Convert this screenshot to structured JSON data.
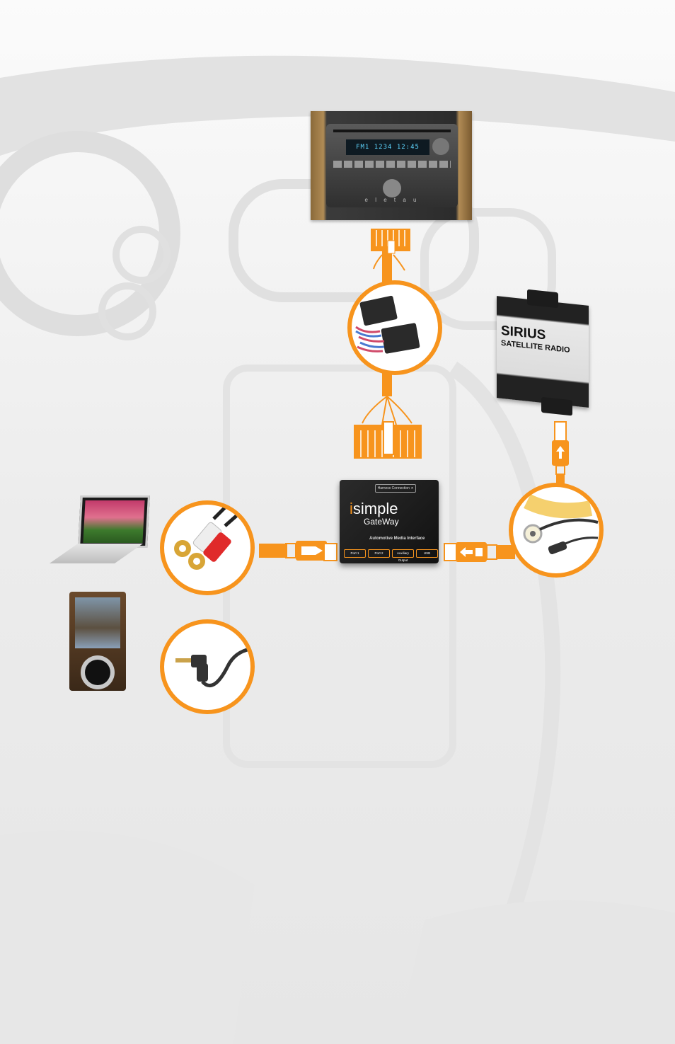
{
  "head_unit": {
    "display_text": "FM1 1234 12:45",
    "brand": "e l e t a u"
  },
  "sirius": {
    "title": "SIRIUS",
    "subtitle": "SATELLITE RADIO"
  },
  "gateway": {
    "harness_label": "Harness Connection ⏶",
    "logo_prefix": "i",
    "logo_main": "simple",
    "logo_sub": "GateWay",
    "tagline": "Automotive Media Interface",
    "ports": [
      "Port 1",
      "Port 2",
      "Auxiliary Output",
      "USB"
    ]
  },
  "colors": {
    "accent": "#f7941d",
    "cable": "#f7941d"
  }
}
